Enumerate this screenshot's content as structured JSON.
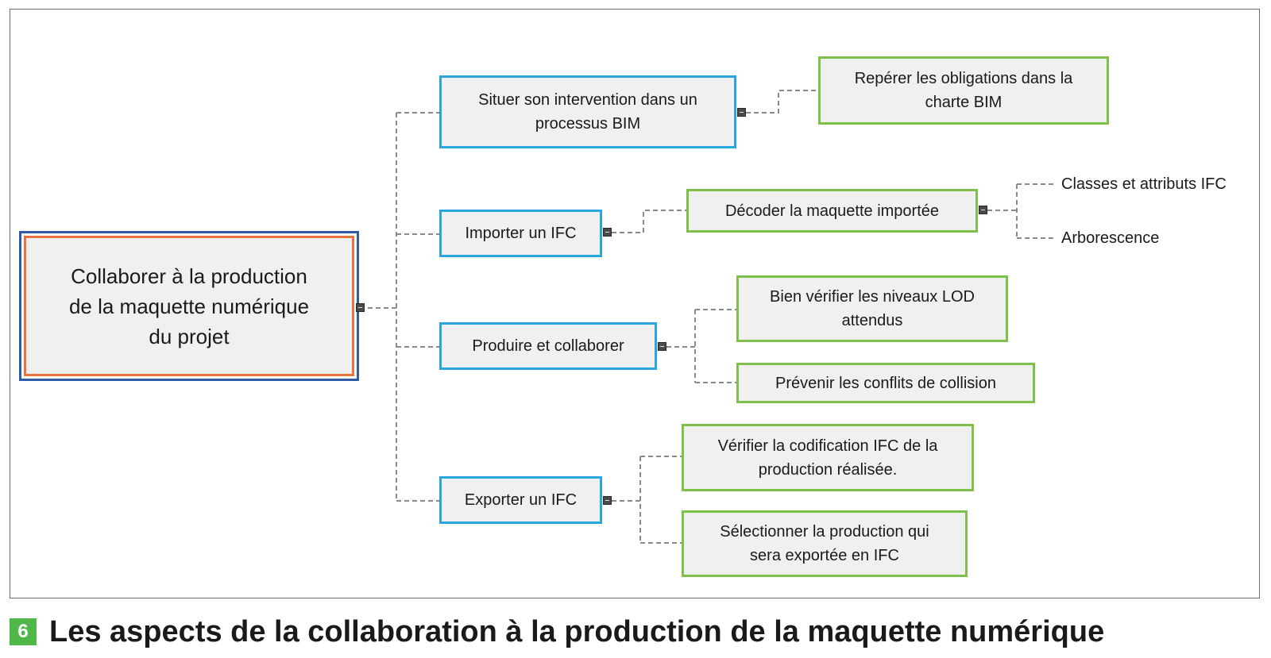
{
  "root": {
    "label": "Collaborer à la production\nde la maquette numérique\ndu projet"
  },
  "branches": [
    {
      "label": "Situer son intervention dans un\nprocessus BIM"
    },
    {
      "label": "Importer un IFC"
    },
    {
      "label": "Produire et collaborer"
    },
    {
      "label": "Exporter un IFC"
    }
  ],
  "leaves": [
    {
      "label": "Repérer les obligations dans la\ncharte BIM"
    },
    {
      "label": "Décoder la maquette importée"
    },
    {
      "label": "Bien vérifier les niveaux LOD\nattendus"
    },
    {
      "label": "Prévenir les conflits de collision"
    },
    {
      "label": "Vérifier la codification IFC de la\nproduction réalisée."
    },
    {
      "label": "Sélectionner la production qui\nsera exportée en IFC"
    }
  ],
  "subleaves": [
    {
      "label": "Classes et attributs IFC"
    },
    {
      "label": "Arborescence"
    }
  ],
  "caption": {
    "number": "6",
    "text": "Les aspects de la collaboration à la production de la maquette numérique"
  },
  "colors": {
    "branch_border": "#29a6dd",
    "leaf_border": "#7ec04a",
    "root_inner_border": "#e8743b",
    "root_outer_border": "#2e5aa8",
    "caption_badge": "#4fb848"
  }
}
